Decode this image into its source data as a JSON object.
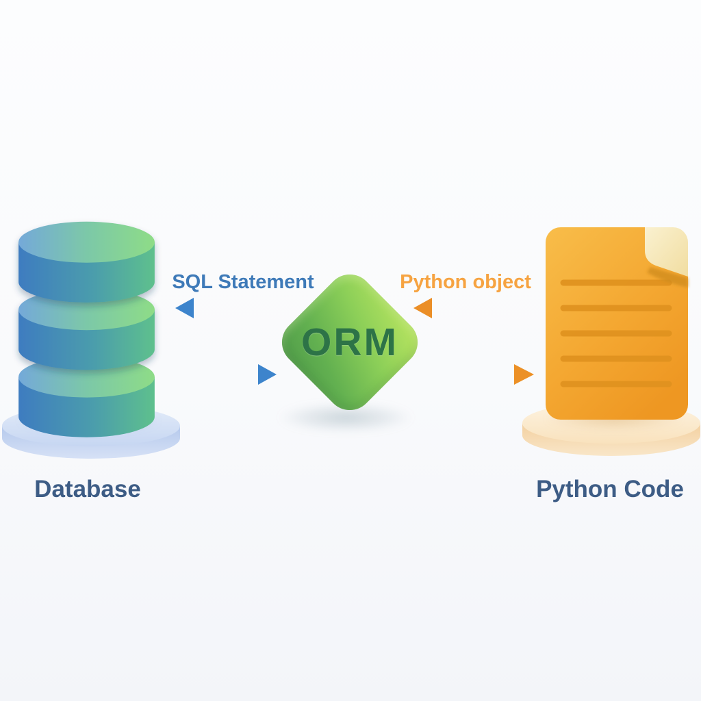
{
  "nodes": {
    "database": {
      "label": "Database",
      "icon": "database-cylinder-icon"
    },
    "orm": {
      "label": "ORM",
      "icon": "orm-diamond-icon"
    },
    "python_code": {
      "label": "Python Code",
      "icon": "document-icon"
    }
  },
  "flows": {
    "sql": {
      "label": "SQL Statement",
      "direction": "bidirectional",
      "color": "#4a90d8"
    },
    "python_object": {
      "label": "Python object",
      "direction": "bidirectional",
      "color": "#f3a030"
    }
  },
  "colors": {
    "background_top": "#fcfdfe",
    "background_bottom": "#f3f5f9",
    "node_label_text": "#3d5c85",
    "sql_label_text": "#3e7ab8",
    "python_label_text": "#f6a341",
    "blue_arrow": "#4a90d8",
    "orange_arrow": "#f3a030",
    "diamond_light_green": "#bce661",
    "diamond_dark_green": "#4f9a49",
    "orm_text": "#2d7347",
    "database_blue": "#3e7cc0",
    "database_green": "#5ec08d",
    "document_orange": "#f3a62f",
    "document_fold_cream": "#f7ecc9",
    "db_platform_blue": "#c6d6f2",
    "doc_platform_cream": "#f9e2bd"
  }
}
